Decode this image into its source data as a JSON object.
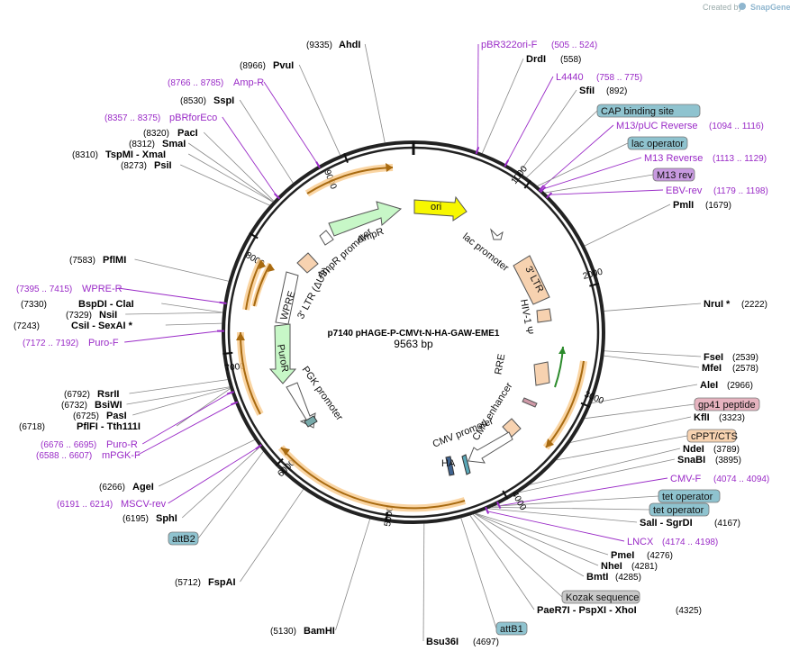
{
  "credit": "Created by",
  "credit_brand": "SnapGene",
  "plasmid": {
    "name": "p7140 pHAGE-P-CMVt-N-HA-GAW-EME1",
    "length": "9563 bp",
    "total": 9563
  },
  "ticks": [
    "1000",
    "2000",
    "3000",
    "4000",
    "5000",
    "6000",
    "7000",
    "8000",
    "9000"
  ],
  "enzymes": [
    {
      "name": "AhdI",
      "pos": "(9335)",
      "site": 9335
    },
    {
      "name": "PvuI",
      "pos": "(8966)",
      "site": 8966
    },
    {
      "name": "SspI",
      "pos": "(8530)",
      "site": 8530
    },
    {
      "name": "PacI",
      "pos": "(8320)",
      "site": 8320
    },
    {
      "name": "SmaI",
      "pos": "(8312)",
      "site": 8312
    },
    {
      "name": "TspMI  -  XmaI",
      "pos": "(8310)",
      "site": 8310
    },
    {
      "name": "PsiI",
      "pos": "(8273)",
      "site": 8273
    },
    {
      "name": "PflMI",
      "pos": "(7583)",
      "site": 7583
    },
    {
      "name": "BspDI  -  ClaI",
      "pos": "(7330)",
      "site": 7330
    },
    {
      "name": "NsiI",
      "pos": "(7329)",
      "site": 7329
    },
    {
      "name": "CsiI  -  SexAI *",
      "pos": "(7243)",
      "site": 7243
    },
    {
      "name": "RsrII",
      "pos": "(6792)",
      "site": 6792
    },
    {
      "name": "BsiWI",
      "pos": "(6732)",
      "site": 6732
    },
    {
      "name": "PasI",
      "pos": "(6725)",
      "site": 6725
    },
    {
      "name": "PflFI  -  Tth111I",
      "pos": "(6718)",
      "site": 6718
    },
    {
      "name": "AgeI",
      "pos": "(6266)",
      "site": 6266
    },
    {
      "name": "SphI",
      "pos": "(6195)",
      "site": 6195
    },
    {
      "name": "FspAI",
      "pos": "(5712)",
      "site": 5712
    },
    {
      "name": "BamHI",
      "pos": "(5130)",
      "site": 5130
    },
    {
      "name": "Bsu36I",
      "pos": "(4697)",
      "site": 4697
    },
    {
      "name": "PaeR7I  -  PspXI  -  XhoI",
      "pos": "(4325)",
      "site": 4325
    },
    {
      "name": "BmtI",
      "pos": "(4285)",
      "site": 4285
    },
    {
      "name": "NheI",
      "pos": "(4281)",
      "site": 4281
    },
    {
      "name": "PmeI",
      "pos": "(4276)",
      "site": 4276
    },
    {
      "name": "SalI  -  SgrDI",
      "pos": "(4167)",
      "site": 4167
    },
    {
      "name": "SnaBI",
      "pos": "(3895)",
      "site": 3895
    },
    {
      "name": "NdeI",
      "pos": "(3789)",
      "site": 3789
    },
    {
      "name": "KflI",
      "pos": "(3323)",
      "site": 3323
    },
    {
      "name": "AleI",
      "pos": "(2966)",
      "site": 2966
    },
    {
      "name": "MfeI",
      "pos": "(2578)",
      "site": 2578
    },
    {
      "name": "FseI",
      "pos": "(2539)",
      "site": 2539
    },
    {
      "name": "NruI *",
      "pos": "(2222)",
      "site": 2222
    },
    {
      "name": "PmlI",
      "pos": "(1679)",
      "site": 1679
    },
    {
      "name": "SfiI",
      "pos": "(892)",
      "site": 892
    },
    {
      "name": "DrdI",
      "pos": "(558)",
      "site": 558
    }
  ],
  "primers": [
    {
      "name": "pBR322ori-F",
      "pos": "(505 .. 524)",
      "site": 514
    },
    {
      "name": "L4440",
      "pos": "(758 .. 775)",
      "site": 766
    },
    {
      "name": "M13/pUC Reverse",
      "pos": "(1094 .. 1116)",
      "site": 1105
    },
    {
      "name": "M13 Reverse",
      "pos": "(1113 .. 1129)",
      "site": 1121
    },
    {
      "name": "EBV-rev",
      "pos": "(1179 .. 1198)",
      "site": 1188
    },
    {
      "name": "CMV-F",
      "pos": "(4074 .. 4094)",
      "site": 4084
    },
    {
      "name": "LNCX",
      "pos": "(4174 .. 4198)",
      "site": 4186
    },
    {
      "name": "MSCV-rev",
      "pos": "(6191 .. 6214)",
      "site": 6202
    },
    {
      "name": "mPGK-F",
      "pos": "(6588 .. 6607)",
      "site": 6597
    },
    {
      "name": "Puro-R",
      "pos": "(6676 .. 6695)",
      "site": 6685
    },
    {
      "name": "Puro-F",
      "pos": "(7172 .. 7192)",
      "site": 7182
    },
    {
      "name": "WPRE-R",
      "pos": "(7395 .. 7415)",
      "site": 7405
    },
    {
      "name": "pBRforEco",
      "pos": "(8357 .. 8375)",
      "site": 8366
    },
    {
      "name": "Amp-R",
      "pos": "(8766 .. 8785)",
      "site": 8775
    }
  ],
  "badges": [
    {
      "text": "CAP binding site",
      "color": "#8fc3cf",
      "site": 960
    },
    {
      "text": "lac operator",
      "color": "#8fc3cf",
      "site": 1070
    },
    {
      "text": "M13 rev",
      "color": "#c89ae0",
      "site": 1150
    },
    {
      "text": "gp41 peptide",
      "color": "#e6b3bf",
      "site": 3100
    },
    {
      "text": "cPPT/CTS",
      "color": "#f7d2b0",
      "site": 3500
    },
    {
      "text": "tet operator",
      "color": "#8fc3cf",
      "site": 4120
    },
    {
      "text": "tet operator",
      "color": "#8fc3cf",
      "site": 4140
    },
    {
      "text": "Kozak sequence",
      "color": "#c8c8c8",
      "site": 4300
    },
    {
      "text": "attB1",
      "color": "#8fc3cf",
      "site": 4400
    },
    {
      "text": "attB2",
      "color": "#8fc3cf",
      "site": 6150
    }
  ],
  "features": [
    {
      "label": "ori",
      "color": "#f7f700"
    },
    {
      "label": "AmpR",
      "color": "#c7f7c7"
    },
    {
      "label": "AmpR promoter",
      "color": "#ffffff"
    },
    {
      "label": "3' LTR (ΔU3)",
      "color": "#ffffff"
    },
    {
      "label": "WPRE",
      "color": "#ffffff"
    },
    {
      "label": "PuroR",
      "color": "#c7f7c7"
    },
    {
      "label": "PGK promoter",
      "color": "#ffffff"
    },
    {
      "label": "lac promoter",
      "color": "#ffffff"
    },
    {
      "label": "3' LTR",
      "color": "#f7d2b0"
    },
    {
      "label": "HIV-1 Ψ",
      "color": "#f7d2b0"
    },
    {
      "label": "RRE",
      "color": "#f7d2b0"
    },
    {
      "label": "CMV enhancer",
      "color": "#ffffff"
    },
    {
      "label": "CMV promoter",
      "color": "#ffffff"
    },
    {
      "label": "HA",
      "color": "#4a6f9c"
    }
  ]
}
